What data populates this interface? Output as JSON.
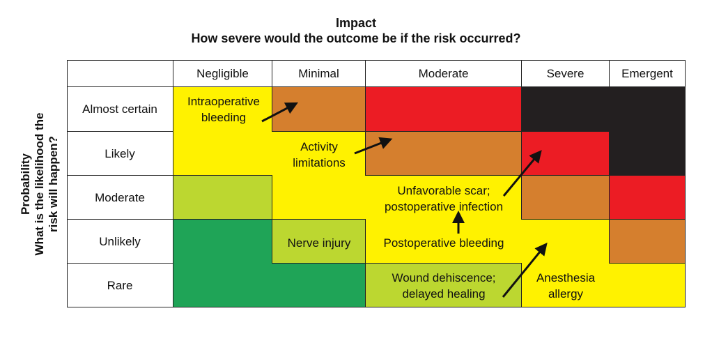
{
  "title": "Impact",
  "subtitle": "How severe would the outcome be if the risk occurred?",
  "y_axis": {
    "line1": "Probability",
    "line2": "What is the likelihood the",
    "line3": "risk will happen?"
  },
  "columns": [
    "Negligible",
    "Minimal",
    "Moderate",
    "Severe",
    "Emergent"
  ],
  "rows": [
    "Almost certain",
    "Likely",
    "Moderate",
    "Unlikely",
    "Rare"
  ],
  "colors": {
    "dark_green": "#1fa457",
    "light_green": "#bcd730",
    "yellow": "#fff200",
    "orange": "#d57f2e",
    "red": "#ec1c24",
    "black": "#231f20"
  },
  "cell_colors": [
    [
      "yellow",
      "orange",
      "red",
      "black",
      "black"
    ],
    [
      "yellow",
      "yellow",
      "orange",
      "red",
      "black"
    ],
    [
      "light_green",
      "yellow",
      "yellow",
      "orange",
      "red"
    ],
    [
      "dark_green",
      "light_green",
      "yellow",
      "yellow",
      "orange"
    ],
    [
      "dark_green",
      "dark_green",
      "light_green",
      "yellow",
      "yellow"
    ]
  ],
  "risks": {
    "intraoperative_bleeding": "Intraoperative\nbleeding",
    "activity_limitations": "Activity\nlimitations",
    "unfavorable_scar": "Unfavorable scar;\npostoperative infection",
    "nerve_injury": "Nerve injury",
    "postoperative_bleeding": "Postoperative bleeding",
    "wound_dehiscence": "Wound dehiscence;\ndelayed healing",
    "anesthesia_allergy": "Anesthesia\nallergy"
  }
}
